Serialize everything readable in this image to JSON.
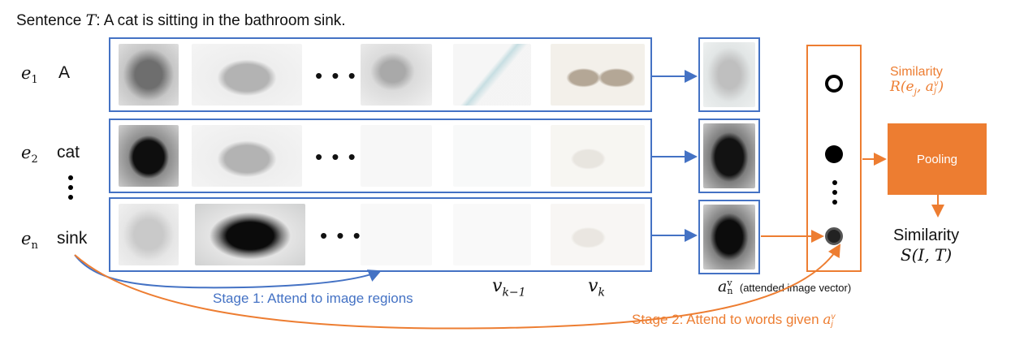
{
  "sentence": {
    "prefix": "Sentence ",
    "var": "T",
    "text": ": A cat is sitting in the bathroom sink."
  },
  "rows": [
    {
      "sym": "e",
      "sub": "1",
      "word": "A"
    },
    {
      "sym": "e",
      "sub": "2",
      "word": "cat"
    },
    {
      "sym": "e",
      "sub": "n",
      "word": "sink"
    }
  ],
  "ellipsis": "• • •",
  "region_labels": {
    "vk1": "v",
    "vk1_sub": "k−1",
    "vk": "v",
    "vk_sub": "k"
  },
  "attended": {
    "sym": "a",
    "sup": "v",
    "sub": "n",
    "caption": "(attended image vector)"
  },
  "similarity_top": {
    "title": "Similarity",
    "formula": "R(eⱼ, aⱼᵛ)",
    "R": "R",
    "open": "(",
    "e": "e",
    "e_sub": "j",
    "comma": ", ",
    "a": "a",
    "a_sub": "j",
    "a_sup": "v",
    "close": ")"
  },
  "pooling": "Pooling",
  "similarity_bottom": {
    "title": "Similarity",
    "formula": "S(I, T)"
  },
  "stage1": "Stage 1: Attend to image regions",
  "stage2": {
    "text": "Stage 2: Attend to words given ",
    "a": "a",
    "sub": "j",
    "sup": "v"
  },
  "colors": {
    "blue": "#4472c4",
    "orange": "#ed7d31"
  },
  "icons": [
    "cat-photo",
    "sink-photo",
    "faucet-photo",
    "toothbrush-photo",
    "sunglasses-photo"
  ]
}
